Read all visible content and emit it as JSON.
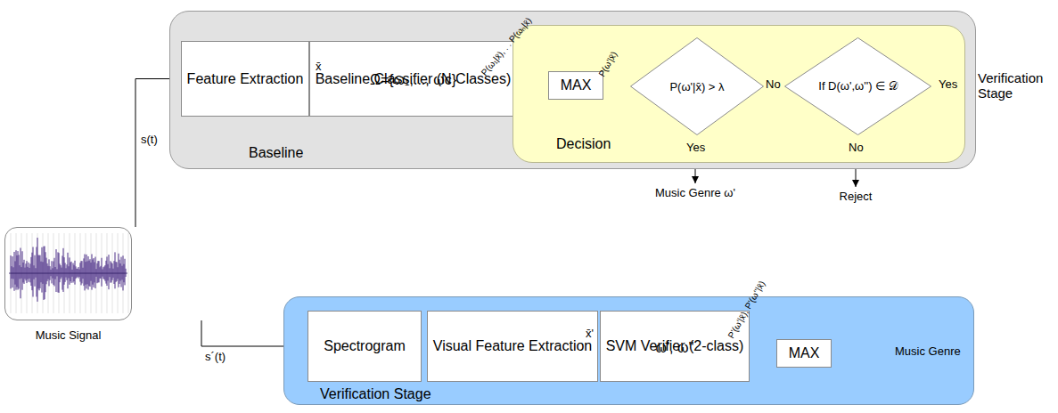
{
  "diagram": {
    "nodes": [
      {
        "text": [
          "Baseline"
        ]
      },
      {
        "text": [
          "Feature Extraction"
        ],
        "in": 0
      },
      {
        "text": [
          "Baseline Classifier (N Classes)",
          "Ω={ω₁,..., ωc}"
        ],
        "in": 0
      },
      {
        "text": [
          "Decision"
        ],
        "in": 0
      },
      {
        "text": [
          "MAX"
        ],
        "in": 3
      },
      {
        "text": [
          "P(ω'|x̄) > λ"
        ],
        "in": 3
      },
      {
        "text": [
          "If D(ω',ω'') ∈ 𝒟"
        ],
        "in": 3
      },
      {
        "text": [
          "Verification Stage"
        ]
      },
      {
        "text": [
          "Spectrogram"
        ],
        "in": 7
      },
      {
        "text": [
          "Visual Feature Extraction"
        ],
        "in": 7
      },
      {
        "text": [
          "SVM Verifier (2-class)",
          "ω', ω''"
        ],
        "in": 7
      },
      {
        "text": [
          "MAX"
        ],
        "in": 7
      },
      {
        "text": [
          "Music Signal"
        ]
      }
    ],
    "edges": [
      {
        "from": 12,
        "to": 1,
        "arrow": "to",
        "label": "s(t)"
      },
      {
        "from": 1,
        "to": 2,
        "arrow": "to",
        "label": "x̄"
      },
      {
        "from": 2,
        "to": 4,
        "arrow": "to",
        "label": "P(ω₁|x̄), . . P(ωₙ|x̄)"
      },
      {
        "from": 4,
        "to": 5,
        "arrow": "to",
        "label": "P(ω'|x̄)"
      },
      {
        "from": 5,
        "to": 6,
        "arrow": "to",
        "label": "No"
      },
      {
        "from": 12,
        "to": 8,
        "arrow": "to",
        "label": "s´(t)"
      },
      {
        "from": 8,
        "to": 9,
        "arrow": "to"
      },
      {
        "from": 9,
        "to": 10,
        "arrow": "to",
        "label": "x̄'"
      },
      {
        "from": 10,
        "to": 11,
        "arrow": "to",
        "label": "P'(ω'|x̄), P'(ω''|x̄)"
      }
    ],
    "labels": [
      "Yes",
      "Music Genre ω'",
      "No",
      "Reject",
      "Yes",
      "Verification Stage",
      "Music Genre"
    ]
  }
}
